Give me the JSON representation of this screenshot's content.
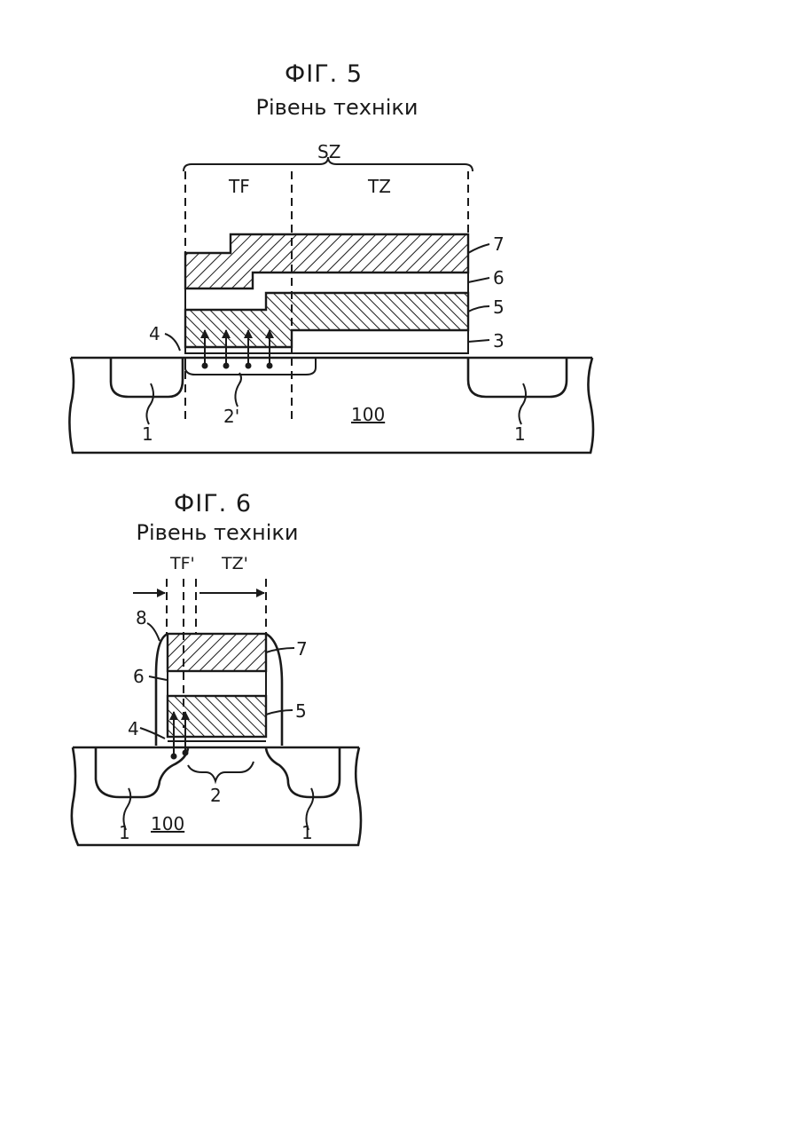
{
  "figure5": {
    "title": "ФІГ. 5",
    "subtitle": "Рівень техніки",
    "labels": {
      "sz": "SZ",
      "tf": "TF",
      "tz": "TZ",
      "layer7": "7",
      "layer6": "6",
      "layer5": "5",
      "layer3": "3",
      "layer4": "4",
      "region2p": "2'",
      "substrate": "100",
      "isoLeft": "1",
      "isoRight": "1"
    }
  },
  "figure6": {
    "title": "ФІГ. 6",
    "subtitle": "Рівень техніки",
    "labels": {
      "tfp": "TF'",
      "tzp": "TZ'",
      "spacer8": "8",
      "layer7": "7",
      "layer6": "6",
      "layer5": "5",
      "layer4": "4",
      "region2": "2",
      "substrate": "100",
      "isoLeft": "1",
      "isoRight": "1"
    }
  }
}
